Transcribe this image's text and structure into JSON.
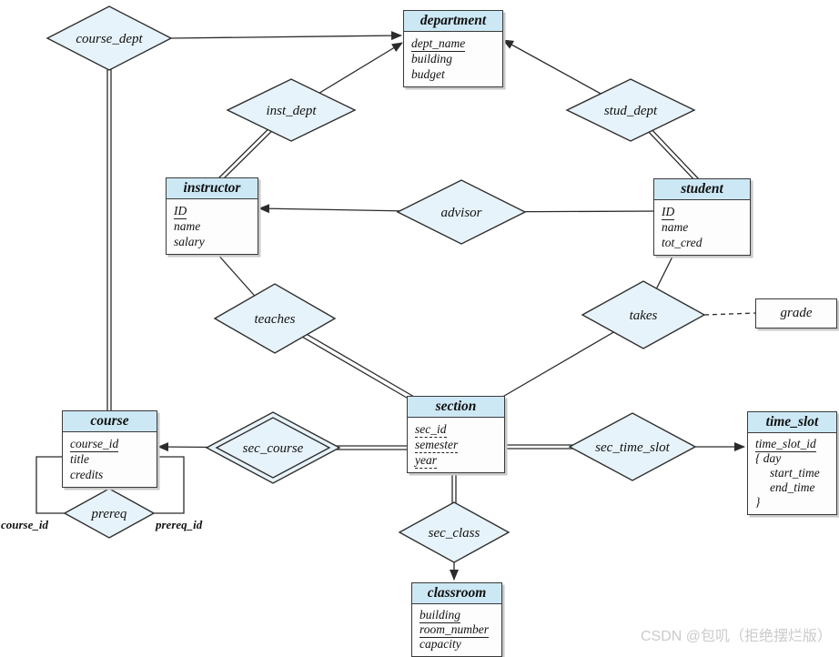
{
  "watermark": {
    "text": "CSDN @包叽（拒绝摆烂版）"
  },
  "colors": {
    "entity_header": "#cde8f5",
    "diamond_fill": "#e7f3fa",
    "border": "#3a3a3a",
    "line": "#2b2b2b",
    "shadow": "#c9c9c9"
  },
  "entities": {
    "department": {
      "name": "department",
      "attrs": [
        {
          "text": "dept_name",
          "underline": "solid"
        },
        {
          "text": "building",
          "underline": "none"
        },
        {
          "text": "budget",
          "underline": "none"
        }
      ]
    },
    "instructor": {
      "name": "instructor",
      "attrs": [
        {
          "text": "ID",
          "underline": "solid"
        },
        {
          "text": "name",
          "underline": "none"
        },
        {
          "text": "salary",
          "underline": "none"
        }
      ]
    },
    "student": {
      "name": "student",
      "attrs": [
        {
          "text": "ID",
          "underline": "solid"
        },
        {
          "text": "name",
          "underline": "none"
        },
        {
          "text": "tot_cred",
          "underline": "none"
        }
      ]
    },
    "course": {
      "name": "course",
      "attrs": [
        {
          "text": "course_id",
          "underline": "solid"
        },
        {
          "text": "title",
          "underline": "none"
        },
        {
          "text": "credits",
          "underline": "none"
        }
      ]
    },
    "section": {
      "name": "section",
      "attrs": [
        {
          "text": "sec_id",
          "underline": "dashed"
        },
        {
          "text": "semester",
          "underline": "dashed"
        },
        {
          "text": "year",
          "underline": "dashed"
        }
      ]
    },
    "time_slot": {
      "name": "time_slot",
      "attrs": [
        {
          "text": "time_slot_id",
          "underline": "solid"
        },
        {
          "text": "{ day",
          "underline": "none"
        },
        {
          "text": "start_time",
          "underline": "none",
          "indent": true
        },
        {
          "text": "end_time",
          "underline": "none",
          "indent": true
        },
        {
          "text": "}",
          "underline": "none"
        }
      ]
    },
    "classroom": {
      "name": "classroom",
      "attrs": [
        {
          "text": "building",
          "underline": "solid"
        },
        {
          "text": "room_number",
          "underline": "solid"
        },
        {
          "text": "capacity",
          "underline": "none"
        }
      ]
    }
  },
  "relationships": {
    "course_dept": {
      "label": "course_dept"
    },
    "inst_dept": {
      "label": "inst_dept"
    },
    "stud_dept": {
      "label": "stud_dept"
    },
    "advisor": {
      "label": "advisor"
    },
    "teaches": {
      "label": "teaches"
    },
    "takes": {
      "label": "takes",
      "attribute": "grade"
    },
    "sec_course": {
      "label": "sec_course",
      "identifying": true
    },
    "sec_time_slot": {
      "label": "sec_time_slot"
    },
    "sec_class": {
      "label": "sec_class"
    },
    "prereq": {
      "label": "prereq",
      "role_left": "course_id",
      "role_right": "prereq_id"
    }
  }
}
